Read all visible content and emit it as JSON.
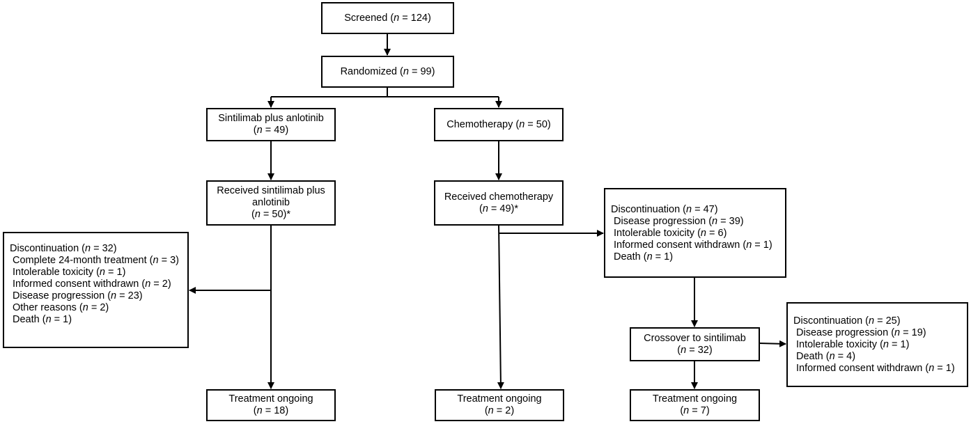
{
  "screened": {
    "pre": "Screened  (",
    "n": "n",
    "post": " = 124)"
  },
  "randomized": {
    "pre": "Randomized (",
    "n": "n",
    "post": " = 99)"
  },
  "arm1": {
    "line1": "Sintilimab plus anlotinib",
    "line2_pre": "(",
    "n": "n",
    "line2_post": " = 49)"
  },
  "arm2": {
    "pre": "Chemotherapy (",
    "n": "n",
    "post": " = 50)"
  },
  "received1": {
    "line1": "Received sintilimab plus",
    "line2": "anlotinib",
    "line3_pre": "(",
    "n": "n",
    "line3_post": " = 50)*"
  },
  "received2": {
    "line1": "Received chemotherapy",
    "line2_pre": "(",
    "n": "n",
    "line2_post": " = 49)*"
  },
  "disc_left": {
    "lines": [
      {
        "pre": "Discontinuation (",
        "post": " = 32)"
      },
      {
        "pre": "Complete 24-month treatment (",
        "post": " = 3)"
      },
      {
        "pre": "Intolerable toxicity (",
        "post": " = 1)"
      },
      {
        "pre": "Informed consent withdrawn (",
        "post": " = 2)"
      },
      {
        "pre": "Disease progression (",
        "post": " = 23)"
      },
      {
        "pre": "Other reasons (",
        "post": " = 2)"
      },
      {
        "pre": "Death (",
        "post": " = 1)"
      }
    ],
    "n": "n"
  },
  "disc_mid": {
    "lines": [
      {
        "pre": "Discontinuation (",
        "post": " = 47)"
      },
      {
        "pre": "Disease progression (",
        "post": " = 39)"
      },
      {
        "pre": "Intolerable toxicity (",
        "post": " = 6)"
      },
      {
        "pre": "Informed consent withdrawn (",
        "post": " = 1)"
      },
      {
        "pre": "Death (",
        "post": " = 1)"
      }
    ],
    "n": "n"
  },
  "crossover": {
    "line1": "Crossover to sintilimab",
    "line2_pre": "(",
    "n": "n",
    "line2_post": " = 32)"
  },
  "disc_right": {
    "lines": [
      {
        "pre": "Discontinuation (",
        "post": " = 25)"
      },
      {
        "pre": "Disease progression (",
        "post": " = 19)"
      },
      {
        "pre": "Intolerable toxicity (",
        "post": " = 1)"
      },
      {
        "pre": "Death (",
        "post": " = 4)"
      },
      {
        "pre": "Informed consent withdrawn (",
        "post": " = 1)"
      }
    ],
    "n": "n"
  },
  "ongoing1": {
    "line1": "Treatment ongoing",
    "line2_pre": "(",
    "n": "n",
    "line2_post": " = 18)"
  },
  "ongoing2": {
    "line1": "Treatment ongoing",
    "line2_pre": "(",
    "n": "n",
    "line2_post": " = 2)"
  },
  "ongoing3": {
    "line1": "Treatment ongoing",
    "line2_pre": "(",
    "n": "n",
    "line2_post": " = 7)"
  },
  "colors": {
    "line": "#000000",
    "background": "#ffffff"
  }
}
